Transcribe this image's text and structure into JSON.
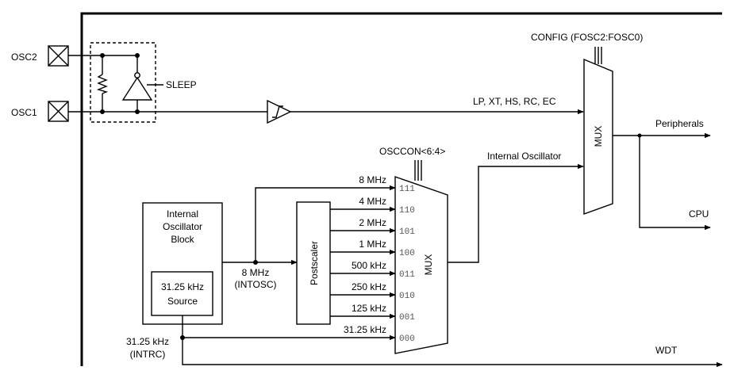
{
  "pins": {
    "osc2": "OSC2",
    "osc1": "OSC1"
  },
  "sleep_label": "SLEEP",
  "config_label": "CONFIG (FOSC2:FOSC0)",
  "primary_modes": "LP, XT, HS, RC, EC",
  "main_mux_label": "MUX",
  "peripherals_label": "Peripherals",
  "cpu_label": "CPU",
  "osccon_label": "OSCCON<6:4>",
  "internal_osc_label": "Internal Oscillator",
  "int_osc_block": {
    "line1": "Internal",
    "line2": "Oscillator",
    "line3": "Block"
  },
  "source_block": {
    "line1": "31.25 kHz",
    "line2": "Source"
  },
  "intosc": {
    "freq": "8 MHz",
    "name": "(INTOSC)"
  },
  "intrc": {
    "freq": "31.25 kHz",
    "name": "(INTRC)"
  },
  "postscaler_label": "Postscaler",
  "sub_mux_label": "MUX",
  "wdt_label": "WDT",
  "freq_taps": [
    {
      "freq": "8 MHz",
      "code": "111"
    },
    {
      "freq": "4 MHz",
      "code": "110"
    },
    {
      "freq": "2 MHz",
      "code": "101"
    },
    {
      "freq": "1 MHz",
      "code": "100"
    },
    {
      "freq": "500 kHz",
      "code": "011"
    },
    {
      "freq": "250 kHz",
      "code": "010"
    },
    {
      "freq": "125 kHz",
      "code": "001"
    },
    {
      "freq": "31.25 kHz",
      "code": "000"
    }
  ]
}
